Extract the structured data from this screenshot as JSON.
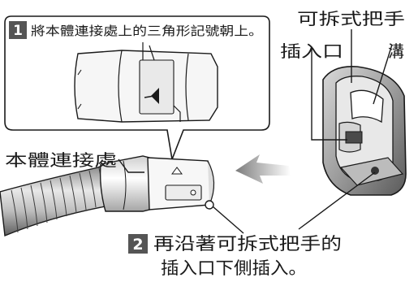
{
  "step1": {
    "number": "1",
    "text": "將本體連接處上的三角形記號朝上。"
  },
  "step2": {
    "number": "2",
    "line1": "再沿著可拆式把手的",
    "line2": "插入口下側插入。"
  },
  "labels": {
    "body_joint": "本體連接處",
    "detachable_handle": "可拆式把手",
    "insertion_port": "插入口",
    "groove": "溝"
  },
  "colors": {
    "badge": "#555555",
    "line": "#1a1a1a",
    "part_light": "#f4f4f4",
    "part_mid": "#bdbdbd",
    "part_dark": "#6e6e6e",
    "arrow": "#9a9a9a"
  }
}
